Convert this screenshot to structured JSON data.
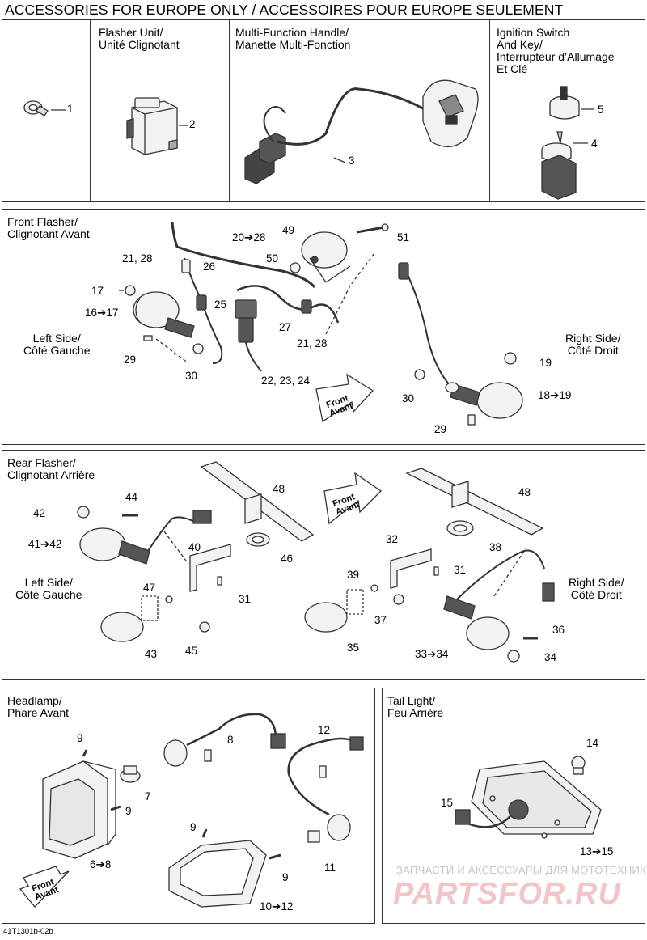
{
  "title": "ACCESSORIES FOR EUROPE ONLY / ACCESSOIRES POUR EUROPE SEULEMENT",
  "figure_code": "41T1301b-02b",
  "watermark": {
    "tagline": "ЗАПЧАСТИ И АКСЕССУАРЫ ДЛЯ МОТОТЕХНИКИ",
    "logo": "PARTSFOR.RU"
  },
  "colors": {
    "line": "#333333",
    "part_fill": "#f2f2f2",
    "part_dark": "#444444",
    "watermark": "#e05a5a"
  },
  "panels": {
    "top": {
      "flasher_unit": {
        "label": "Flasher Unit/\nUnité Clignotant"
      },
      "multi_function": {
        "label": "Multi-Function Handle/\nManette Multi-Fonction"
      },
      "ignition": {
        "label": "Ignition Switch\nAnd Key/\nInterrupteur d’Allumage\nEt Clé"
      },
      "callouts": [
        "1",
        "2",
        "3",
        "5",
        "4"
      ]
    },
    "front_flasher": {
      "label": "Front Flasher/\nClignotant Avant",
      "left_side": "Left Side/\nCôté Gauche",
      "right_side": "Right Side/\nCôté Droit",
      "arrow_text": "Front\nAvant",
      "callouts": [
        "49",
        "20➔28",
        "51",
        "21, 28",
        "26",
        "50",
        "17",
        "16➔17",
        "25",
        "27",
        "29",
        "30",
        "21, 28",
        "22, 23, 24",
        "19",
        "30",
        "18➔19",
        "29"
      ]
    },
    "rear_flasher": {
      "label": "Rear Flasher/\nClignotant Arrière",
      "left_side": "Left Side/\nCôté Gauche",
      "right_side": "Right Side/\nCôté Droit",
      "arrow_text": "Front\nAvant",
      "callouts": [
        "48",
        "44",
        "42",
        "41➔42",
        "40",
        "46",
        "47",
        "31",
        "43",
        "45",
        "48",
        "32",
        "38",
        "39",
        "31",
        "37",
        "35",
        "36",
        "33➔34",
        "34"
      ]
    },
    "headlamp": {
      "label": "Headlamp/\nPhare Avant",
      "arrow_text": "Front\nAvant",
      "callouts": [
        "9",
        "8",
        "12",
        "7",
        "9",
        "9",
        "6➔8",
        "11",
        "9",
        "10➔12"
      ]
    },
    "tail_light": {
      "label": "Tail Light/\nFeu Arrière",
      "callouts": [
        "14",
        "15",
        "13➔15"
      ]
    }
  }
}
